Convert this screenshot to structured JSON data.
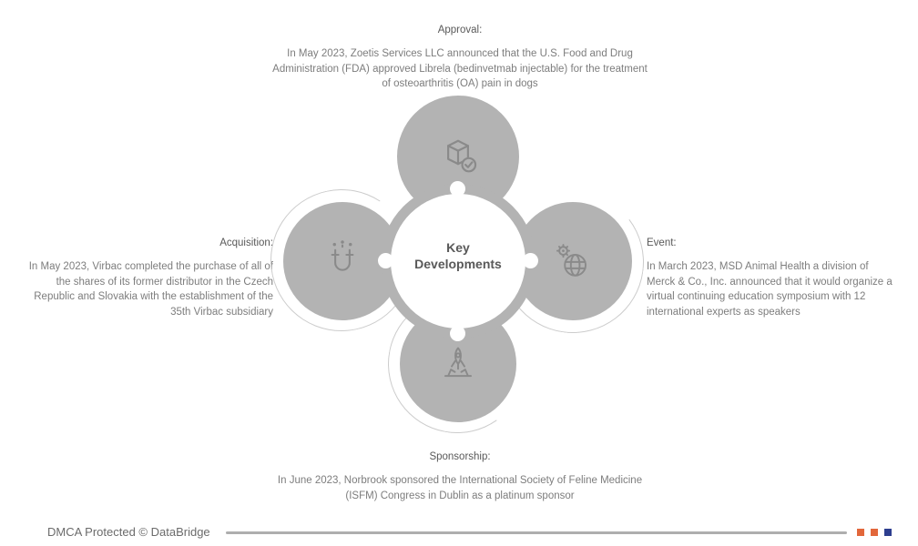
{
  "diagram": {
    "center_label": "Key Developments",
    "nodes": {
      "approval": {
        "heading": "Approval:",
        "body": "In May 2023, Zoetis Services LLC announced that the U.S. Food and Drug Administration (FDA) approved Librela (bedinvetmab injectable) for the treatment of osteoarthritis (OA) pain in dogs",
        "icon": "cube-approved-icon"
      },
      "acquisition": {
        "heading": "Acquisition:",
        "body": "In May 2023, Virbac completed the purchase of all of the shares of its former distributor in the Czech Republic and Slovakia with the establishment of the 35th Virbac subsidiary",
        "icon": "magnet-attract-icon"
      },
      "event": {
        "heading": "Event:",
        "body": "In March 2023, MSD Animal Health a division of Merck & Co., Inc. announced that it would organize a virtual continuing education symposium with 12 international experts as speakers",
        "icon": "gear-globe-icon"
      },
      "sponsorship": {
        "heading": "Sponsorship:",
        "body": "In June 2023, Norbrook sponsored the International Society of Feline Medicine (ISFM) Congress in Dublin as a platinum sponsor",
        "icon": "rocket-launch-icon"
      }
    },
    "colors": {
      "node_gray": "#b3b3b3",
      "icon_gray": "#8a8a8a",
      "arc_gray": "#cccccc",
      "heading_text": "#595959",
      "body_text": "#7d7d7d"
    }
  },
  "footer": {
    "dmca_text": "DMCA Protected © DataBridge",
    "square_colors": [
      "#e2673b",
      "#e2673b",
      "#2d3e8f"
    ]
  }
}
